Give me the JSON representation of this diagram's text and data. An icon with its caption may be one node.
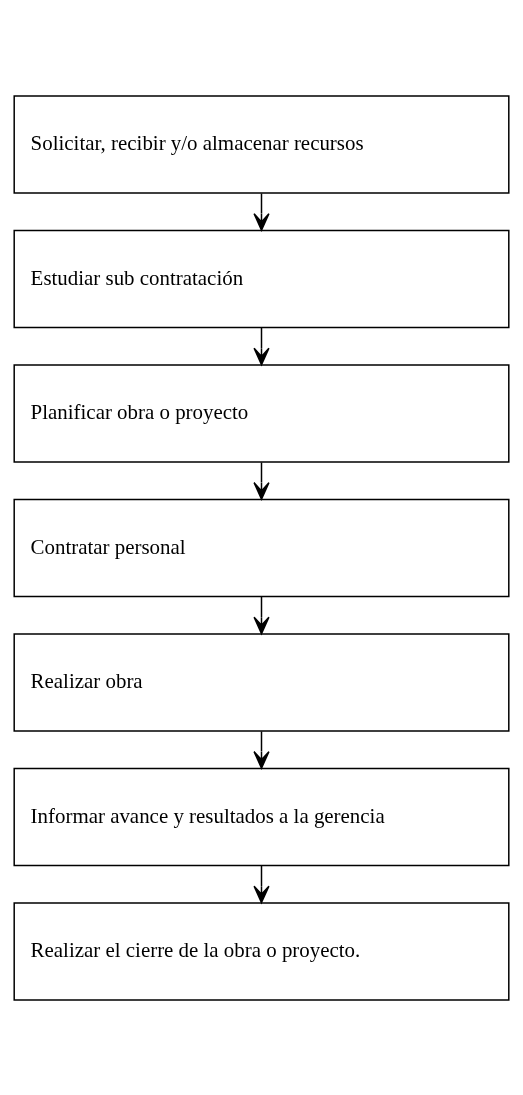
{
  "diagram": {
    "nodes": [
      {
        "text": [
          "Solicitar, recibir y/o almacenar recursos"
        ]
      },
      {
        "text": [
          "Estudiar sub contratación"
        ]
      },
      {
        "text": [
          "Planificar obra o proyecto"
        ]
      },
      {
        "text": [
          "Contratar personal"
        ]
      },
      {
        "text": [
          "Realizar obra"
        ]
      },
      {
        "text": [
          "Informar avance y resultados a la gerencia"
        ]
      },
      {
        "text": [
          "Realizar el cierre de la obra o proyecto."
        ]
      }
    ],
    "edges": [
      {
        "from": 0,
        "to": 1,
        "arrow": "to"
      },
      {
        "from": 1,
        "to": 2,
        "arrow": "to"
      },
      {
        "from": 2,
        "to": 3,
        "arrow": "to"
      },
      {
        "from": 3,
        "to": 4,
        "arrow": "to"
      },
      {
        "from": 4,
        "to": 5,
        "arrow": "to"
      },
      {
        "from": 5,
        "to": 6,
        "arrow": "to"
      }
    ]
  }
}
